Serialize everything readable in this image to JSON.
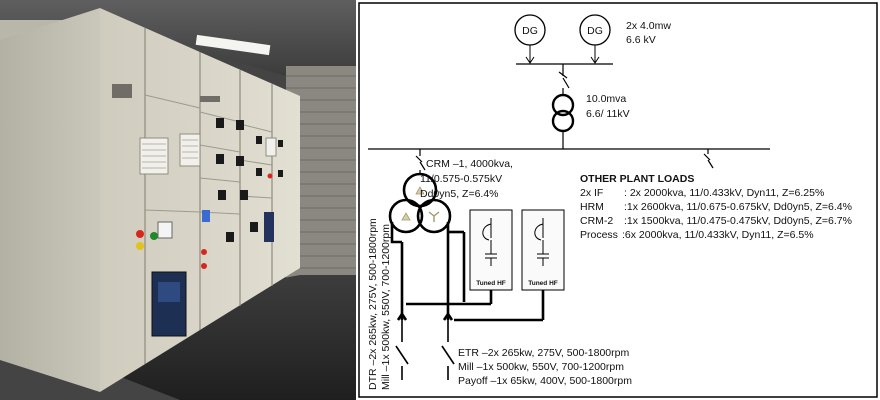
{
  "generators": {
    "symbol": "DG",
    "rating_line1": "2x 4.0mw",
    "rating_line2": "6.6 kV"
  },
  "main_transformer": {
    "line1": "10.0mva",
    "line2": "6.6/ 11kV"
  },
  "crm1": {
    "line1": "CRM –1, 4000kva,",
    "line2": "11/0.575-0.575kV",
    "line3": "Dd0yn5, Z=6.4%"
  },
  "tuned_filter_label": "Tuned HF",
  "other_loads": {
    "title": "OTHER PLANT LOADS",
    "rows": [
      {
        "name": "2x IF",
        "spec": ": 2x 2000kva, 11/0.433kV, Dyn11, Z=6.25%"
      },
      {
        "name": "HRM",
        "spec": ":1x 2600kva, 11/0.675-0.675kV, Dd0yn5, Z=6.4%"
      },
      {
        "name": "CRM-2",
        "spec": ":1x 1500kva, 11/0.475-0.475kV, Dd0yn5, Z=6.7%"
      },
      {
        "name": "Process",
        "spec": ":6x 2000kva, 11/0.433kV, Dyn11, Z=6.5%"
      }
    ]
  },
  "drive_loads_vertical": {
    "line1": "DTR –2x 265kw, 275V, 500-1800rpm",
    "line2": "Mill –1x 500kw, 550V, 700-1200rpm"
  },
  "drive_loads_horizontal": [
    "ETR –2x 265kw,  275V,  500-1800rpm",
    "Mill –1x 500kw,  550V,  700-1200rpm",
    "Payoff –1x 65kw, 400V,  500-1800rpm"
  ],
  "colors": {
    "panel_body": "#d8d5c8",
    "line": "#000000",
    "filter_fill": "#fafafa"
  }
}
